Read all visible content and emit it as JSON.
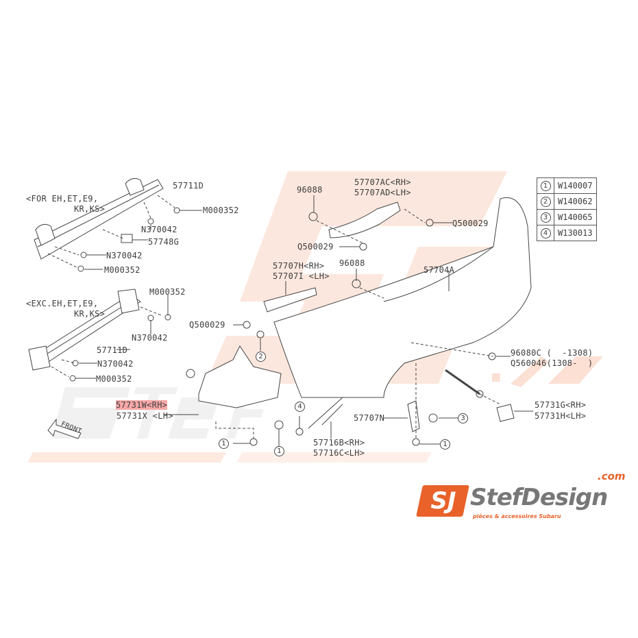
{
  "watermark": {
    "brand": "StefDesign",
    "domain": ".com",
    "tagline": "pièces & accessoires Subaru"
  },
  "logo": {
    "mark": "SJ",
    "brand": "StefDesign",
    "domain": ".com",
    "tagline": "pièces & accessoires Subaru",
    "accent": "#e8622a"
  },
  "variant_top": {
    "line1": "<FOR EH,ET,E9,",
    "line2": "KR,KS>"
  },
  "variant_bottom": {
    "line1": "<EXC.EH,ET,E9,",
    "line2": "KR,KS>"
  },
  "labels": {
    "beam_top": "57711D",
    "bolt_top_right": "M000352",
    "nut_top_right": "N370042",
    "pad": "57748G",
    "nut_top_left": "N370042",
    "bolt_top_left": "M000352",
    "bolt_bot_right": "M000352",
    "nut_bot_right": "N370042",
    "beam_bot": "57711D",
    "nut_bot_left": "N370042",
    "bolt_bot_left": "M000352",
    "clip_top": "96088",
    "bracket_upper_rh": "57707AC<RH>",
    "bracket_upper_lh": "57707AD<LH>",
    "screw_upper_right": "Q500029",
    "screw_upper_left": "Q500029",
    "bracket_side_rh": "57707H<RH>",
    "bracket_side_lh": "57707I <LH>",
    "clip_mid": "96088",
    "bumper_face": "57704A",
    "screw_side": "Q500029",
    "bolt_lower_a": "96080C (  -1308)",
    "bolt_lower_b": "Q560046(1308-  )",
    "guard_rh": "57731W<RH>",
    "guard_lh": "57731X <LH>",
    "bracket_lower": "57707N",
    "stay_rh": "57716B<RH>",
    "stay_lh": "57716C<LH>",
    "cover_rh": "57731G<RH>",
    "cover_lh": "57731H<LH>",
    "front": "FRONT"
  },
  "callouts": [
    "1",
    "2",
    "3",
    "4"
  ],
  "legend": [
    {
      "num": "1",
      "part": "W140007"
    },
    {
      "num": "2",
      "part": "W140062"
    },
    {
      "num": "3",
      "part": "W140065"
    },
    {
      "num": "4",
      "part": "W130013"
    }
  ]
}
